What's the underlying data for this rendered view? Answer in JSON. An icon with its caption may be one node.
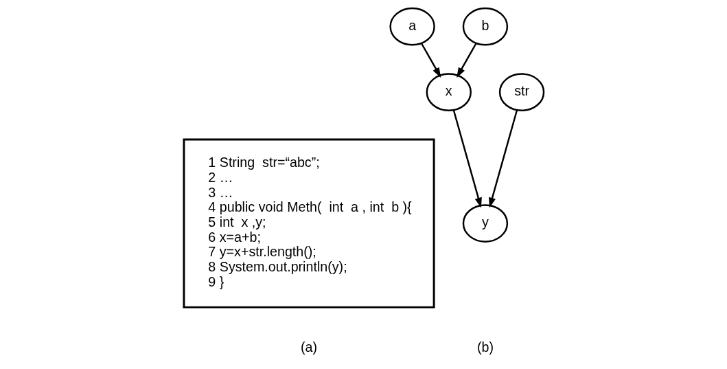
{
  "diagram": {
    "nodes": [
      {
        "text": [
          "1 String  str=“abc”;",
          "2 …",
          "3 …",
          "4 public void Meth(  int  a , int  b ){",
          "5 int  x ,y;",
          "6 x=a+b;",
          "7 y=x+str.length();",
          "8 System.out.println(y);",
          "9 }"
        ]
      },
      {
        "text": [
          "a"
        ]
      },
      {
        "text": [
          "b"
        ]
      },
      {
        "text": [
          "x"
        ]
      },
      {
        "text": [
          "str"
        ]
      },
      {
        "text": [
          "y"
        ]
      }
    ],
    "edges": [
      {
        "from": 1,
        "to": 3,
        "arrow": "to"
      },
      {
        "from": 2,
        "to": 3,
        "arrow": "to"
      },
      {
        "from": 3,
        "to": 5,
        "arrow": "to"
      },
      {
        "from": 4,
        "to": 5,
        "arrow": "to"
      }
    ],
    "labels": [
      "(a)",
      "(b)"
    ]
  }
}
